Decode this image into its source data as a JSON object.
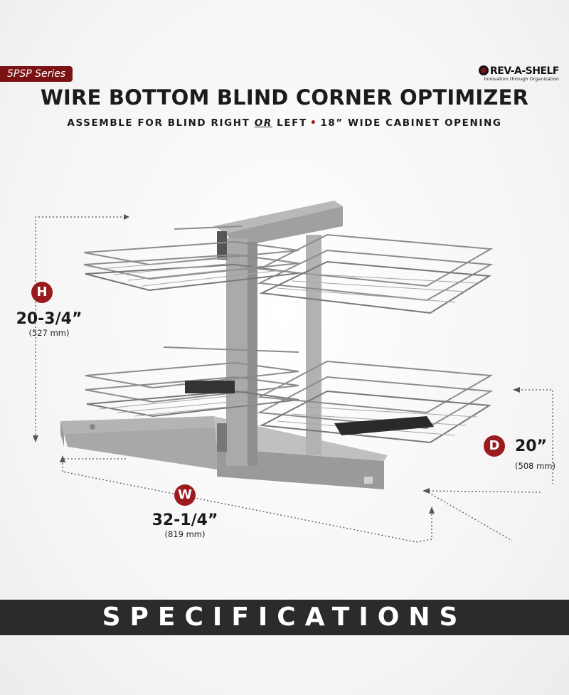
{
  "header": {
    "series_label": "5PSP Series",
    "brand": "REV-A-SHELF",
    "brand_tagline": "Innovation through Organization",
    "title": "WIRE BOTTOM BLIND CORNER OPTIMIZER",
    "subtitle_part1": "ASSEMBLE FOR BLIND RIGHT ",
    "subtitle_or": "OR",
    "subtitle_part2": " LEFT",
    "subtitle_bullet": "•",
    "subtitle_part3": "18” WIDE CABINET OPENING"
  },
  "dimensions": {
    "height": {
      "letter": "H",
      "imperial": "20-3/4”",
      "metric": "(527 mm)"
    },
    "depth": {
      "letter": "D",
      "imperial": "20”",
      "metric": "(508 mm)"
    },
    "width": {
      "letter": "W",
      "imperial": "32-1/4”",
      "metric": "(819 mm)"
    }
  },
  "footer": {
    "label": "SPECIFICATIONS"
  },
  "colors": {
    "accent": "#9a1b1f",
    "badge": "#7a1214",
    "bar": "#2b2b2b"
  }
}
